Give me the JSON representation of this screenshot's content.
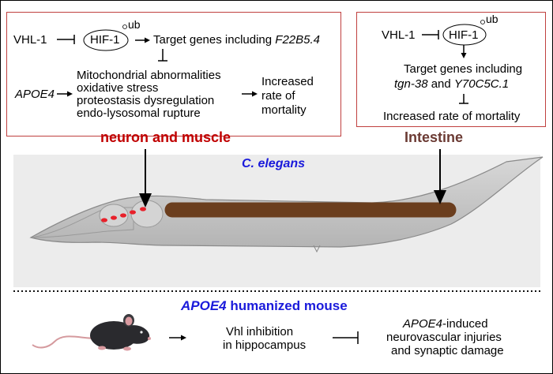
{
  "left_panel": {
    "vhl": "VHL-1",
    "hif": "HIF-1",
    "ub": "ub",
    "target_prefix": "Target genes including ",
    "target_gene": "F22B5.4",
    "apoe4": "APOE4",
    "effects": [
      "Mitochondrial abnormalities",
      "oxidative stress",
      "proteostasis dysregulation",
      "endo-lysosomal rupture"
    ],
    "outcome": [
      "Increased",
      "rate of",
      "mortality"
    ]
  },
  "right_panel": {
    "vhl": "VHL-1",
    "hif": "HIF-1",
    "ub": "ub",
    "target_line1": "Target genes including",
    "gene1": "tgn-38",
    "and": " and ",
    "gene2": "Y70C5C.1",
    "outcome": "Increased rate of mortality"
  },
  "labels": {
    "neuron_muscle": "neuron and muscle",
    "intestine": "Intestine",
    "worm": "C. elegans",
    "mouse_title_gene": "APOE4",
    "mouse_title_rest": " humanized mouse"
  },
  "mouse_row": {
    "vhl_line1": "Vhl inhibition",
    "vhl_line2": "in hippocampus",
    "result_gene": "APOE4",
    "result_line1_rest": "-induced",
    "result_line2": "neurovascular injuries",
    "result_line3": "and synaptic damage"
  },
  "colors": {
    "box_border": "#c0403f",
    "neuron_label": "#c00000",
    "intestine_label": "#6b3a33",
    "blue_label": "#1a1adb",
    "worm_panel_bg": "#ececec",
    "worm_body": "#c9c9c9",
    "intestine_fill": "#6b3e1e",
    "neuron_dots": "#e8202a"
  }
}
